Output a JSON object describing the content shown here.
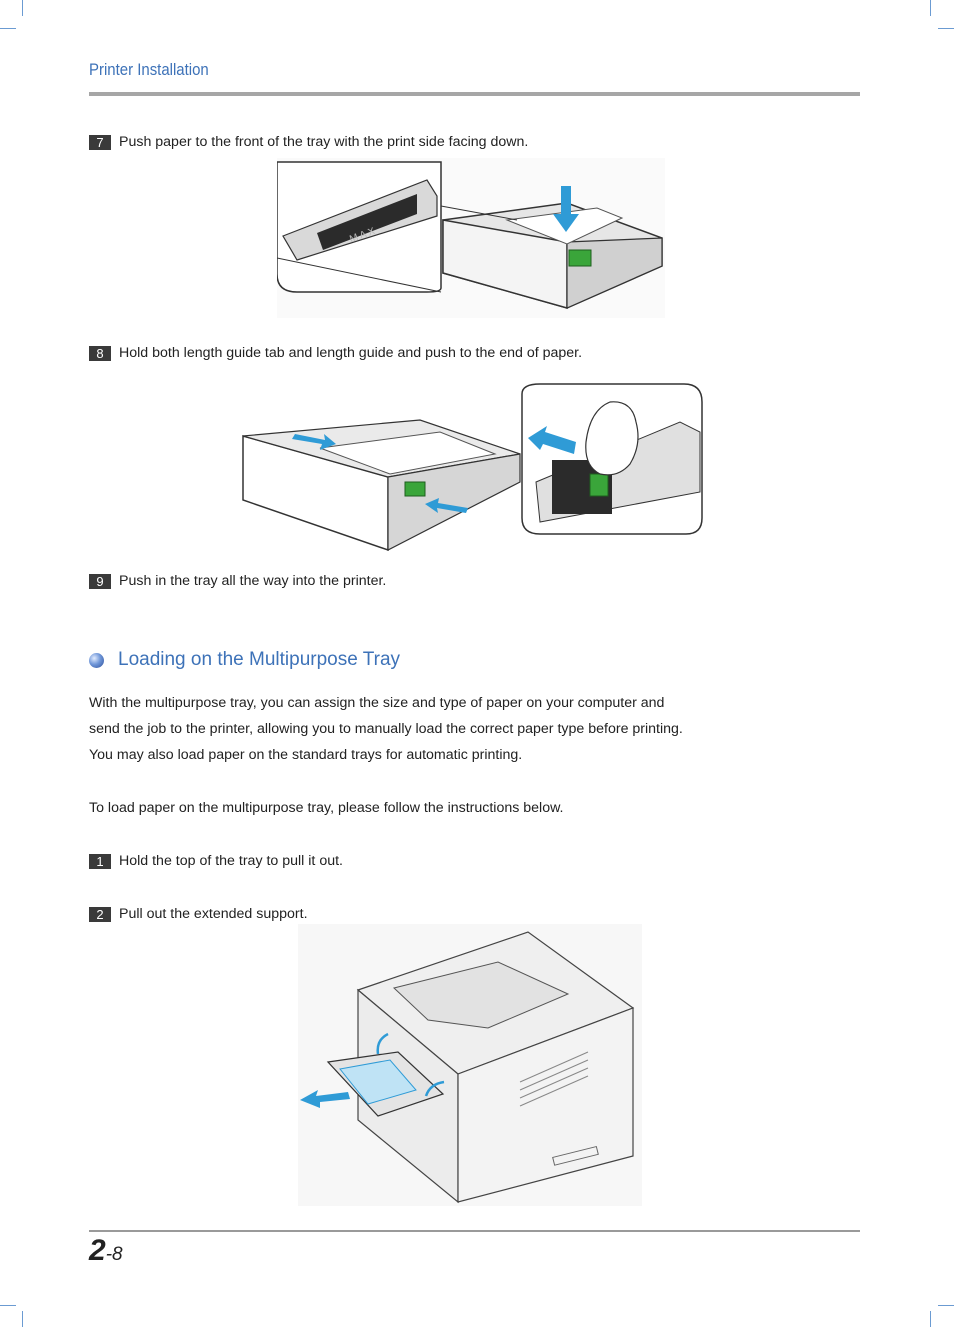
{
  "header": {
    "title": "Printer Installation"
  },
  "steps": {
    "s7": {
      "num": "7",
      "text": "Push paper to the front of the tray with the print side facing down."
    },
    "s8": {
      "num": "8",
      "text": "Hold both length guide tab and length guide and push to the end of paper."
    },
    "s9": {
      "num": "9",
      "text": "Push in the tray all the way into the printer."
    },
    "s1": {
      "num": "1",
      "text": "Hold the top of the tray to pull it out."
    },
    "s2": {
      "num": "2",
      "text": "Pull out the extended support."
    }
  },
  "section": {
    "title": "Loading on the Multipurpose Tray"
  },
  "body": {
    "p1_line1": "With the multipurpose tray, you can assign the size and type of paper on your computer and",
    "p1_line2": "send the job to the printer, allowing you to manually load the correct paper type before printing.",
    "p1_line3": "You may also load paper on the standard trays for automatic printing.",
    "p2": "To load paper on the multipurpose tray, please follow the instructions below."
  },
  "figure1": {
    "max_label": "M A X"
  },
  "footer": {
    "chapter": "2",
    "page": "-8"
  },
  "colors": {
    "accent": "#3d72b8",
    "arrow": "#2f9bd6",
    "guide_green": "#3aa53a"
  }
}
